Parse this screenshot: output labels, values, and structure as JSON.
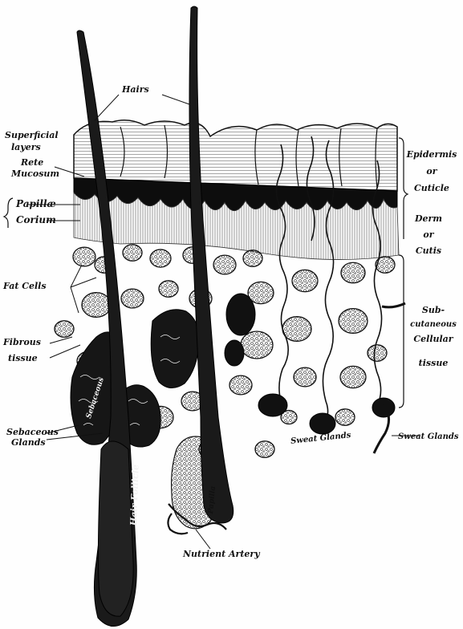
{
  "labels": {
    "hairs": "Hairs",
    "superficial_layers_1": "Superficial",
    "superficial_layers_2": "layers",
    "rete_mucosum_1": "Rete",
    "rete_mucosum_2": "Mucosum",
    "papillae": "Papillæ",
    "corium": "Corium",
    "fat_cells": "Fat Cells",
    "fibrous_tissue_1": "Fibrous",
    "fibrous_tissue_2": "tissue",
    "sebaceous_glands_1": "Sebaceous",
    "sebaceous_glands_2": "Glands",
    "nutrient_artery": "Nutrient Artery",
    "epidermis_1": "Epidermis",
    "epidermis_2": "or",
    "epidermis_3": "Cuticle",
    "derm_1": "Derm",
    "derm_2": "or",
    "derm_3": "Cutis",
    "subcutaneous_1": "Sub-",
    "subcutaneous_2": "cutaneous",
    "subcutaneous_3": "Cellular",
    "subcutaneous_4": "tissue",
    "sweat_glands_right": "Sweat Glands",
    "sweat_glands_inline": "Sweat Glands",
    "hair_follicle": "Hair Follicle",
    "sebaceous_inline": "Sebaceous",
    "papilla_inline": "Papilla"
  },
  "colors": {
    "ink": "#111111",
    "paper": "#fefefe",
    "hair": "#1a1a1a",
    "rete": "#0d0d0d"
  }
}
